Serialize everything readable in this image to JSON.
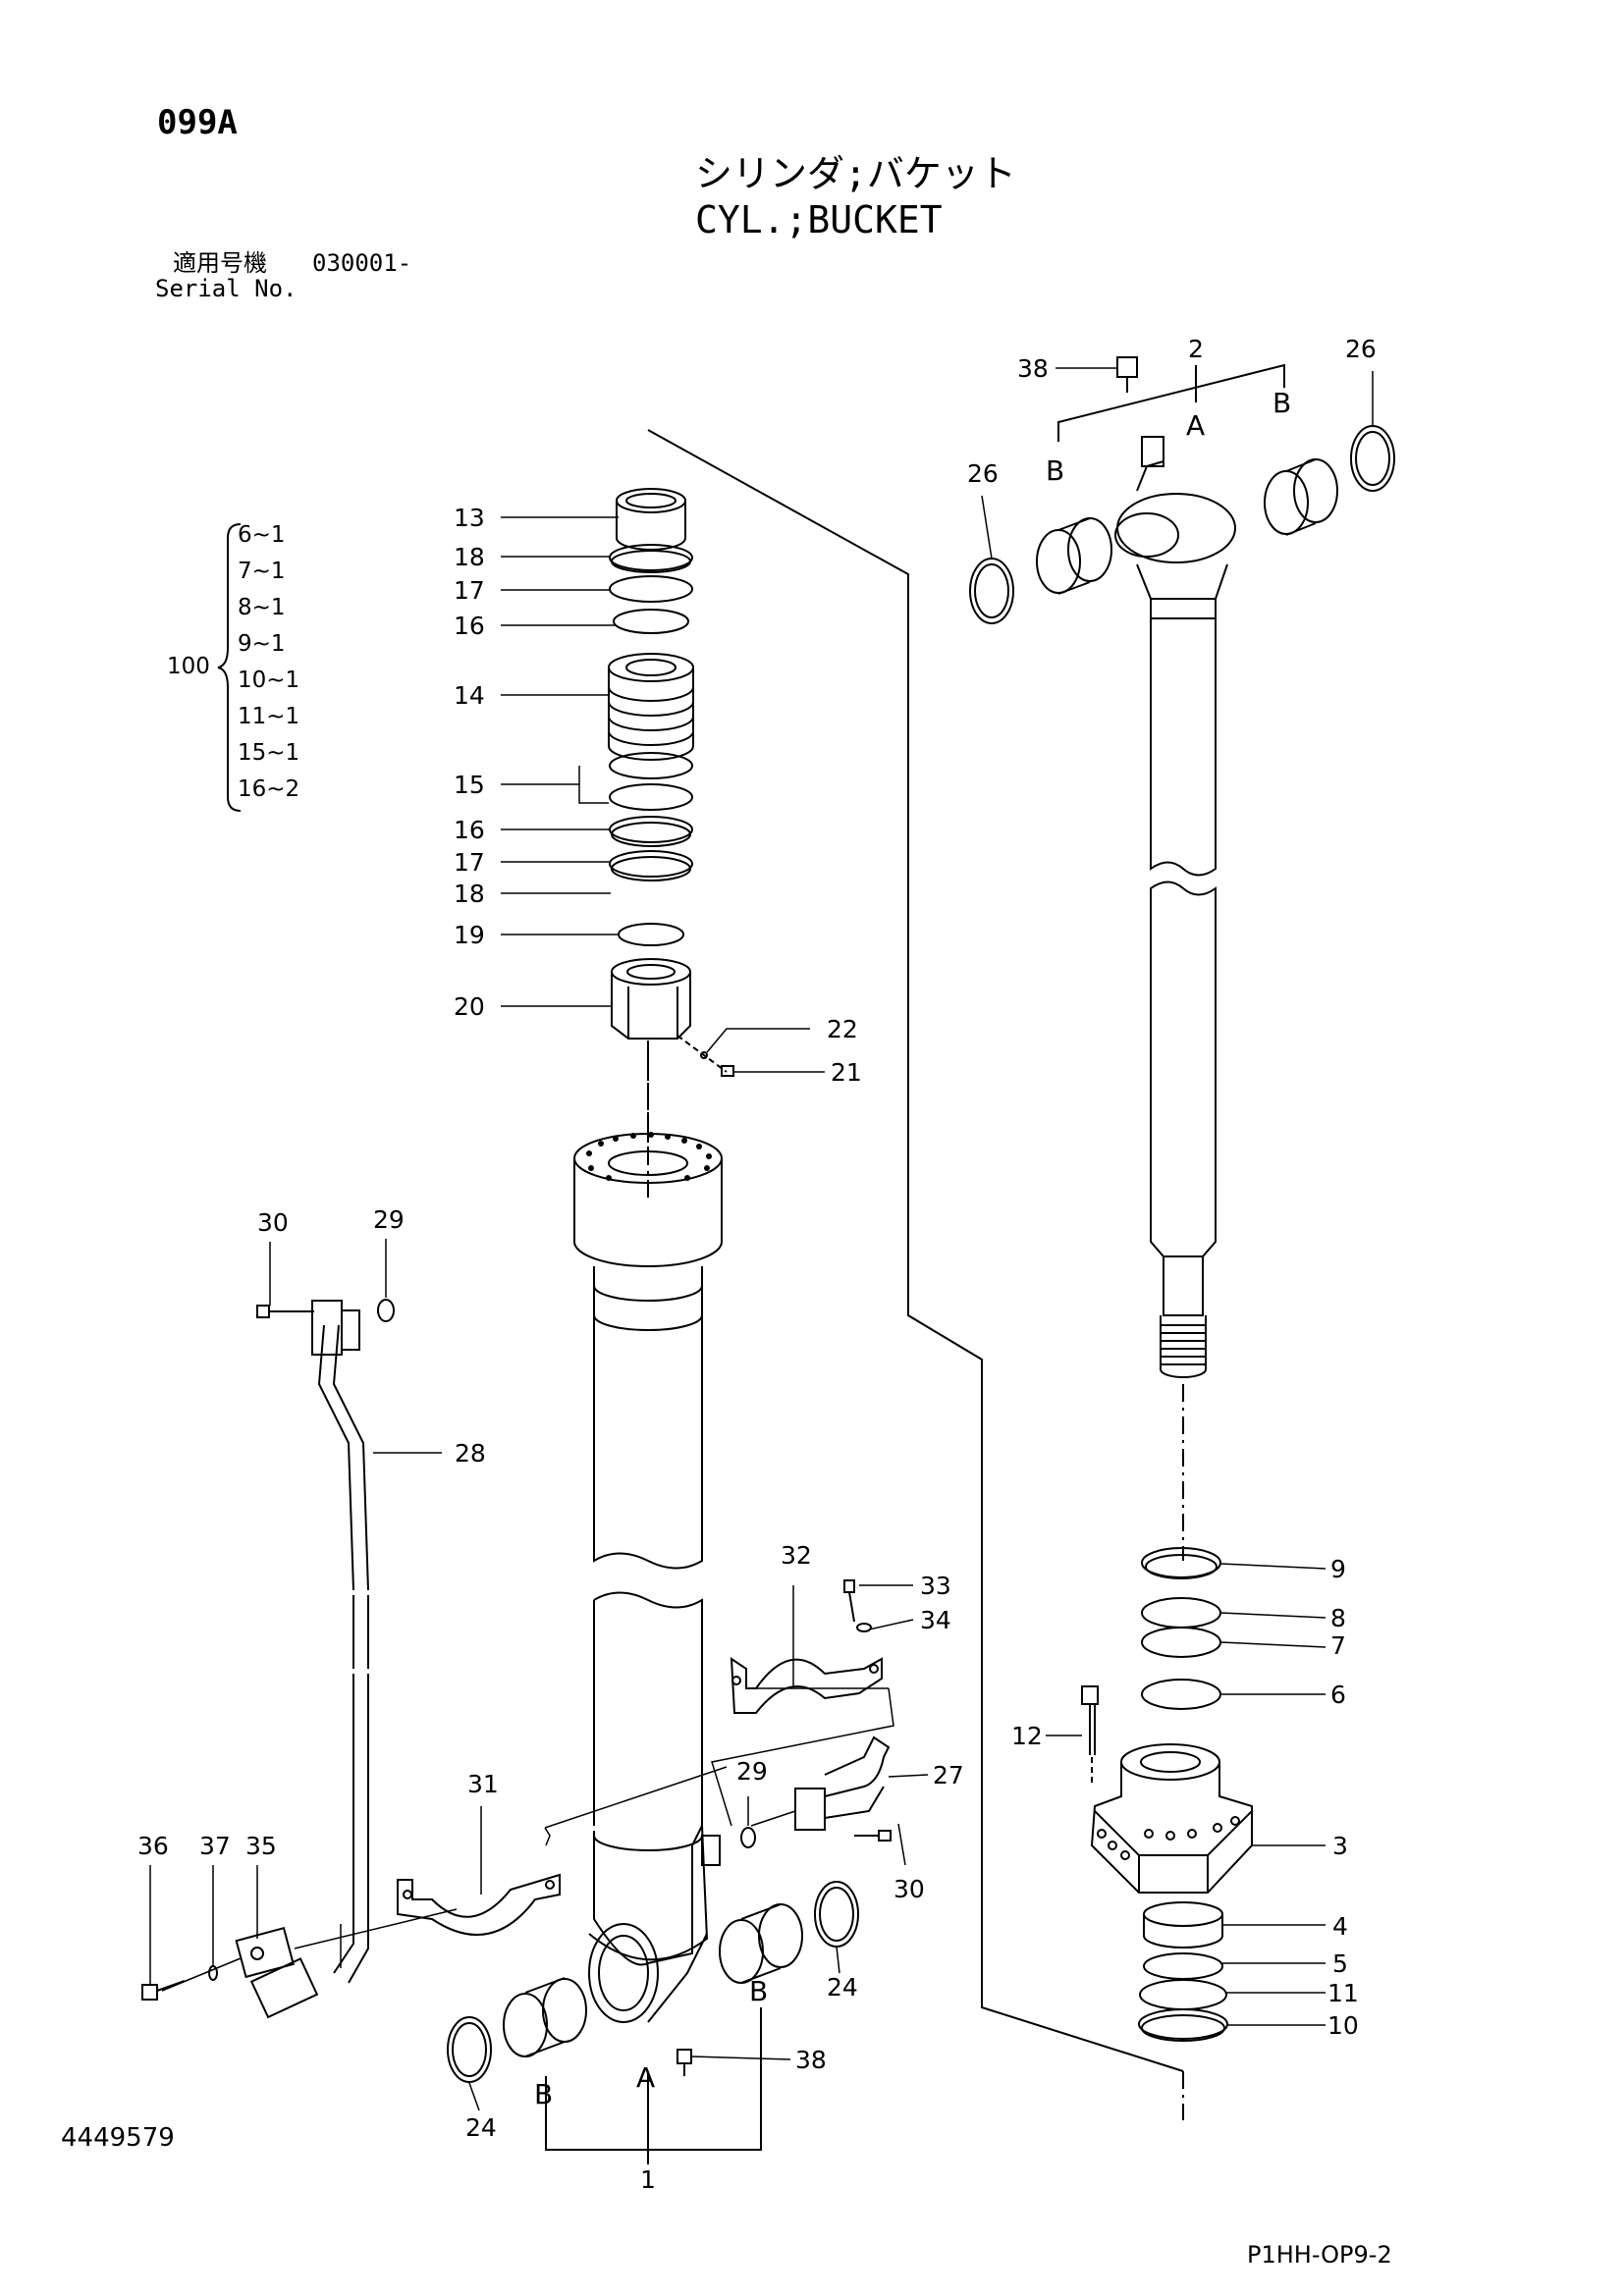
{
  "header": {
    "page_code": "099A",
    "title_jp": "シリンダ;バケット",
    "title_en": "CYL.;BUCKET",
    "serial_label_jp": "適用号機",
    "serial_value": "030001-",
    "serial_label_en": "Serial No."
  },
  "kit": {
    "number": "100",
    "items": [
      "6~1",
      "7~1",
      "8~1",
      "9~1",
      "10~1",
      "11~1",
      "15~1",
      "16~2"
    ]
  },
  "callouts": {
    "c13": "13",
    "c18a": "18",
    "c17a": "17",
    "c16a": "16",
    "c14": "14",
    "c15": "15",
    "c16b": "16",
    "c17b": "17",
    "c18b": "18",
    "c19": "19",
    "c20": "20",
    "c22": "22",
    "c21": "21",
    "c30a": "30",
    "c29a": "29",
    "c28": "28",
    "c32": "32",
    "c33": "33",
    "c34": "34",
    "c29b": "29",
    "c27": "27",
    "c31": "31",
    "c36": "36",
    "c37": "37",
    "c35": "35",
    "c30b": "30",
    "c24a": "24",
    "c24b": "24",
    "c38b": "38",
    "c1": "1",
    "c38a": "38",
    "c2": "2",
    "c26a": "26",
    "c26b": "26",
    "c9": "9",
    "c8": "8",
    "c7": "7",
    "c6": "6",
    "c12": "12",
    "c3": "3",
    "c4": "4",
    "c5": "5",
    "c11": "11",
    "c10": "10"
  },
  "letters": {
    "A_top": "A",
    "B_top_right": "B",
    "B_top_left": "B",
    "A_bottom": "A",
    "B_bottom_left": "B",
    "B_bottom_right": "B"
  },
  "footer": {
    "drawing_number": "4449579",
    "page_ref": "P1HH-OP9-2"
  }
}
